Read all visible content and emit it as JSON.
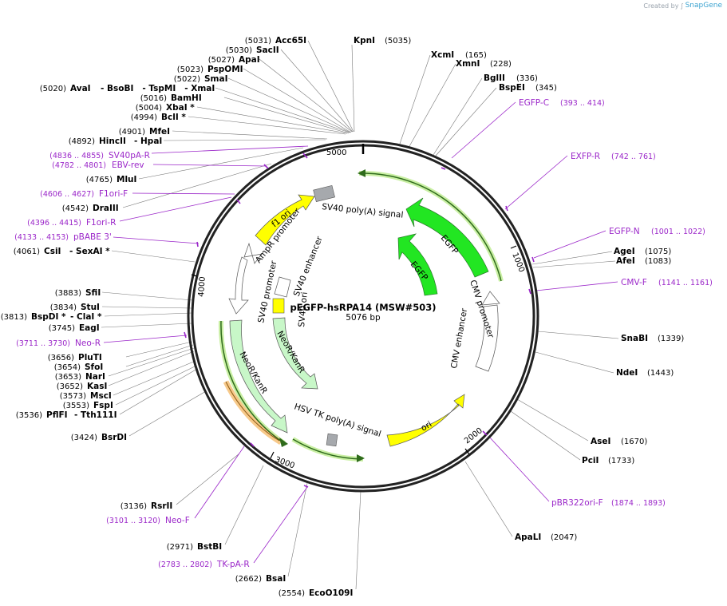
{
  "credit": {
    "prefix": "Created by",
    "brand": "SnapGene"
  },
  "plasmid": {
    "name": "pEGFP-hsRPA14 (MSW#503)",
    "size_label": "5076 bp"
  },
  "ticks": [
    "1000",
    "2000",
    "3000",
    "4000",
    "5000"
  ],
  "sites": [
    {
      "pos": "(5031)",
      "name": "Acc65I"
    },
    {
      "pos": "(5035)",
      "name": "KpnI"
    },
    {
      "pos": "(5030)",
      "name": "SacII"
    },
    {
      "pos": "(5027)",
      "name": "ApaI"
    },
    {
      "pos": "(5023)",
      "name": "PspOMI"
    },
    {
      "pos": "(5022)",
      "name": "SmaI"
    },
    {
      "pos": "(5020)",
      "name": "AvaI",
      "extra": "- BsoBI   - TspMI   - XmaI"
    },
    {
      "pos": "(5016)",
      "name": "BamHI"
    },
    {
      "pos": "(5004)",
      "name": "XbaI *"
    },
    {
      "pos": "(4994)",
      "name": "BclI *"
    },
    {
      "pos": "(4901)",
      "name": "MfeI"
    },
    {
      "pos": "(4892)",
      "name": "HincII",
      "extra": "- HpaI"
    },
    {
      "pos": "(4765)",
      "name": "MluI"
    },
    {
      "pos": "(4542)",
      "name": "DraIII"
    },
    {
      "pos": "(4061)",
      "name": "CsiI",
      "extra": "- SexAI *"
    },
    {
      "pos": "(3883)",
      "name": "SfiI"
    },
    {
      "pos": "(3834)",
      "name": "StuI"
    },
    {
      "pos": "(3813)",
      "name": "BspDI *",
      "extra": "- ClaI *"
    },
    {
      "pos": "(3745)",
      "name": "EagI"
    },
    {
      "pos": "(3656)",
      "name": "PluTI"
    },
    {
      "pos": "(3654)",
      "name": "SfoI"
    },
    {
      "pos": "(3653)",
      "name": "NarI"
    },
    {
      "pos": "(3652)",
      "name": "KasI"
    },
    {
      "pos": "(3573)",
      "name": "MscI"
    },
    {
      "pos": "(3553)",
      "name": "FspI"
    },
    {
      "pos": "(3536)",
      "name": "PflFI",
      "extra": "- Tth111I"
    },
    {
      "pos": "(3424)",
      "name": "BsrDI"
    },
    {
      "pos": "(3136)",
      "name": "RsrII"
    },
    {
      "pos": "(2971)",
      "name": "BstBI"
    },
    {
      "pos": "(2662)",
      "name": "BsaI"
    },
    {
      "pos": "(2554)",
      "name": "EcoO109I"
    },
    {
      "pos": "(165)",
      "name": "XcmI"
    },
    {
      "pos": "(228)",
      "name": "XmnI"
    },
    {
      "pos": "(336)",
      "name": "BglII"
    },
    {
      "pos": "(345)",
      "name": "BspEI"
    },
    {
      "pos": "(1075)",
      "name": "AgeI"
    },
    {
      "pos": "(1083)",
      "name": "AfeI"
    },
    {
      "pos": "(1339)",
      "name": "SnaBI"
    },
    {
      "pos": "(1443)",
      "name": "NdeI"
    },
    {
      "pos": "(1670)",
      "name": "AseI"
    },
    {
      "pos": "(1733)",
      "name": "PciI"
    },
    {
      "pos": "(2047)",
      "name": "ApaLI"
    }
  ],
  "primers": [
    {
      "name": "EGFP-C",
      "range": "(393 .. 414)"
    },
    {
      "name": "EXFP-R",
      "range": "(742 .. 761)"
    },
    {
      "name": "EGFP-N",
      "range": "(1001 .. 1022)"
    },
    {
      "name": "CMV-F",
      "range": "(1141 .. 1161)"
    },
    {
      "name": "pBR322ori-F",
      "range": "(1874 .. 1893)"
    },
    {
      "name": "SV40pA-R",
      "range": "(4836 .. 4855)"
    },
    {
      "name": "EBV-rev",
      "range": "(4782 .. 4801)"
    },
    {
      "name": "F1ori-F",
      "range": "(4606 .. 4627)"
    },
    {
      "name": "F1ori-R",
      "range": "(4396 .. 4415)"
    },
    {
      "name": "pBABE 3'",
      "range": "(4133 .. 4153)"
    },
    {
      "name": "Neo-R",
      "range": "(3711 .. 3730)"
    },
    {
      "name": "Neo-F",
      "range": "(3101 .. 3120)"
    },
    {
      "name": "TK-pA-R",
      "range": "(2783 .. 2802)"
    }
  ],
  "features": {
    "sv40_polya_top": "SV40 poly(A) signal",
    "egfp_outer": "EGFP",
    "egfp_inner": "EGFP",
    "cmv_promoter": "CMV promoter",
    "cmv_enhancer": "CMV enhancer",
    "ori": "ori",
    "hsv_tk_polya": "HSV TK poly(A) signal",
    "neor_outer": "NeoR/KanR",
    "neor_inner": "NeoR/KanR",
    "sv40_promoter": "SV40 promoter",
    "sv40_enhancer": "SV40 enhancer",
    "sv40_ori": "SV40 ori",
    "ampr_promoter": "AmpR promoter",
    "f1_ori": "f1 ori"
  },
  "colors": {
    "egfp": "#22e622",
    "neor": "#c8f7c8",
    "ori": "#ffff00",
    "f1ori": "#ffff00",
    "primer": "#9b27c9",
    "cmv": "#ffffff",
    "gray": "#a6a9ad",
    "highlight_green": "#c9efa3",
    "highlight_orange": "#f7c98a"
  }
}
